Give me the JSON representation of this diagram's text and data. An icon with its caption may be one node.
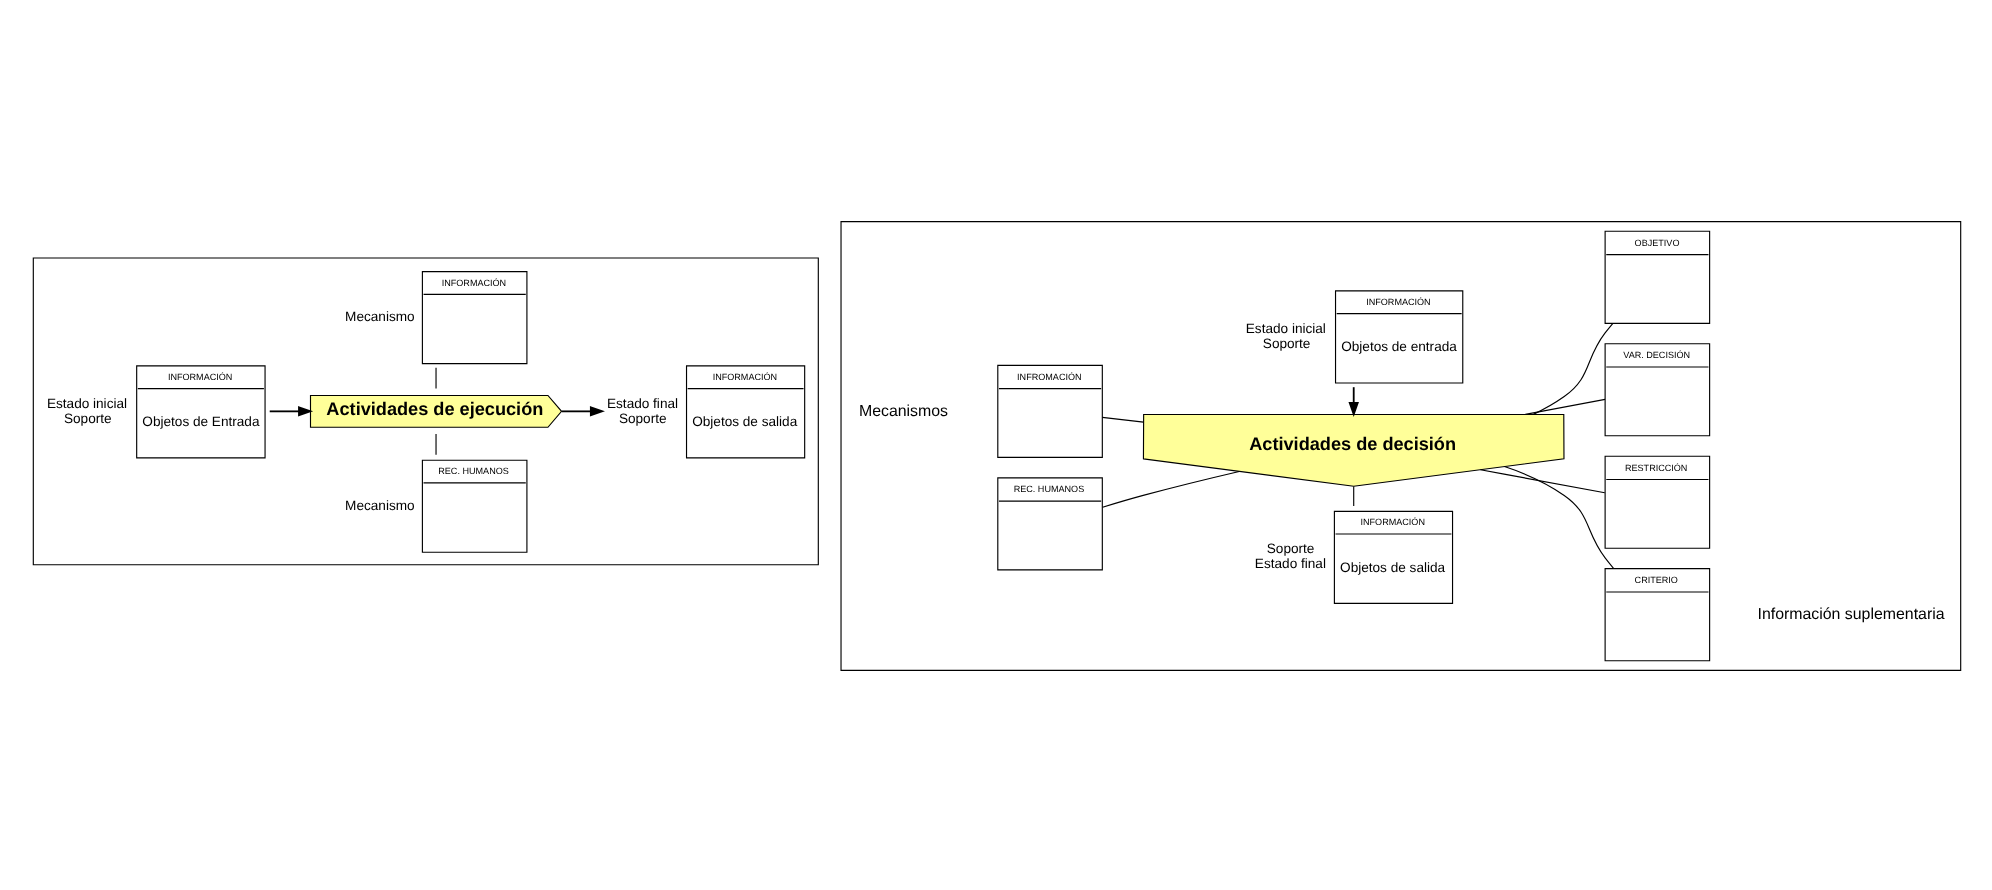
{
  "diagram": {
    "nodes": [
      {
        "text": [],
        "shape": "box"
      },
      {
        "text": [
          "INFORMACIÓN"
        ],
        "in": 0,
        "beside": [
          "Mecanismo"
        ]
      },
      {
        "text": [
          "INFORMACIÓN",
          "Objetos de Entrada"
        ],
        "in": 0,
        "beside": [
          "Estado inicial",
          "Soporte"
        ]
      },
      {
        "text": [
          "Actividades de ejecución"
        ],
        "in": 0
      },
      {
        "text": [
          "INFORMACIÓN",
          "Objetos de salida"
        ],
        "in": 0,
        "beside": [
          "Estado final",
          "Soporte"
        ]
      },
      {
        "text": [
          "REC. HUMANOS"
        ],
        "in": 0,
        "beside": [
          "Mecanismo"
        ]
      },
      {
        "text": [],
        "shape": "box"
      },
      {
        "text": [
          "INFORMACIÓN",
          "Objetos de entrada"
        ],
        "in": 6,
        "beside": [
          "Estado inicial",
          "Soporte"
        ]
      },
      {
        "text": [
          "INFROMACIÓN"
        ],
        "in": 6
      },
      {
        "text": [
          "OBJETIVO"
        ],
        "in": 6
      },
      {
        "text": [
          "Actividades de decisión"
        ],
        "in": 6
      },
      {
        "text": [
          "VAR. DECISIÓN"
        ],
        "in": 6
      },
      {
        "text": [
          "REC. HUMANOS"
        ],
        "in": 6
      },
      {
        "text": [
          "RESTRICCIÓN"
        ],
        "in": 6
      },
      {
        "text": [
          "CRITERIO"
        ],
        "in": 6
      },
      {
        "text": [
          "INFORMACIÓN",
          "Objetos de salida"
        ],
        "in": 6,
        "beside": [
          "Soporte",
          "Estado final"
        ]
      }
    ],
    "edges": [
      {
        "from": 2,
        "to": 3,
        "arrow": "to"
      },
      {
        "from": 3,
        "to": 4,
        "arrow": "to"
      },
      {
        "from": 1,
        "to": 3,
        "arrow": "none"
      },
      {
        "from": 3,
        "to": 5,
        "arrow": "none"
      },
      {
        "from": 7,
        "to": 10,
        "arrow": "to"
      },
      {
        "from": 8,
        "to": 10,
        "arrow": "none"
      },
      {
        "from": 12,
        "to": 10,
        "arrow": "none"
      },
      {
        "from": 10,
        "to": 9,
        "arrow": "none"
      },
      {
        "from": 10,
        "to": 11,
        "arrow": "none"
      },
      {
        "from": 10,
        "to": 13,
        "arrow": "none"
      },
      {
        "from": 10,
        "to": 14,
        "arrow": "none"
      },
      {
        "from": 10,
        "to": 15,
        "arrow": "none"
      }
    ],
    "labels": [
      "Mecanismos",
      "Información suplementaria"
    ]
  }
}
